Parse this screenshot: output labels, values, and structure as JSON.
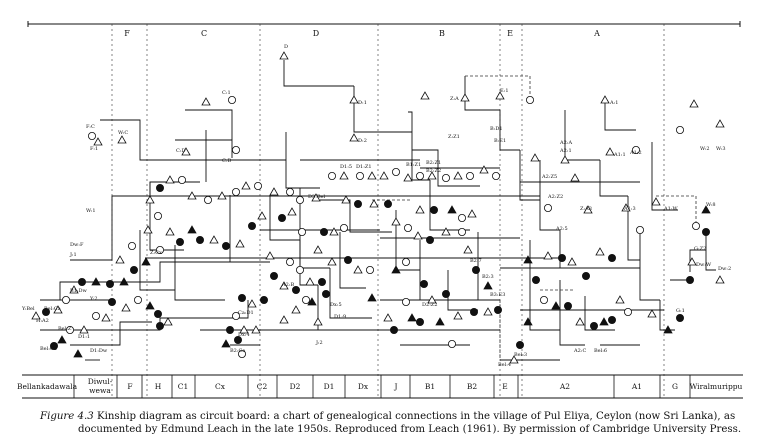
{
  "figure": {
    "label": "Figure 4.3",
    "caption_line1": "Kinship diagram as circuit board: a chart of genealogical connections in the village of Pul Eliya, Ceylon (now Sri Lanka), as",
    "caption_line2": "documented by Edmund Leach in the late 1950s. Reproduced from Leach (1961). By permission of Cambridge University Press."
  },
  "diagram": {
    "top_compounds": [
      "F",
      "C",
      "D",
      "B",
      "E",
      "A"
    ],
    "bottom_compounds": [
      "Bellankadawala",
      "Diwul-wewa",
      "F",
      "H",
      "C1",
      "Cx",
      "C2",
      "D2",
      "D1",
      "Dx",
      "J",
      "B1",
      "B2",
      "E",
      "A2",
      "A1",
      "G",
      "Wiralmurippu"
    ],
    "labels": [
      "D",
      "D:1",
      "D:2",
      "C:1",
      "C:D",
      "C:B",
      "F:1",
      "F:C",
      "W:C",
      "Z:A",
      "E:1",
      "A:1",
      "A2:1",
      "A2:A",
      "W:2",
      "W:3",
      "Z:Z1",
      "B:D1",
      "B:E1",
      "D1:5",
      "D1:Z1",
      "B1:Z1",
      "B2:Z1",
      "B2:Z2",
      "A1:1",
      "A1:2",
      "A2:Z5",
      "A2:Z2",
      "Z:A3",
      "A1:3",
      "A1:W",
      "W:8",
      "G:Z2",
      "Dw:W",
      "Dw:2",
      "G:1",
      "A2:5",
      "B2:7",
      "B2:3",
      "B3:E3",
      "Bel:3",
      "Bel:4",
      "Bel:Ca",
      "Bel:Z",
      "D1:1",
      "D1:Dw",
      "B1:Dw",
      "Y:2",
      "Y:Bel",
      "H:A2",
      "Z:Cx",
      "Ca:D1",
      "B2:Ca",
      "Dx:4",
      "Dx:5",
      "D1:9",
      "J:2",
      "J:1",
      "Dw:F",
      "W:1",
      "D2:Z2",
      "D3:Bel",
      "A2:B",
      "A2:C",
      "Bel:6",
      "Bel:Ca"
    ],
    "colors": {
      "ink": "#111111",
      "paper": "#ffffff",
      "dashed_line": "#333333"
    }
  }
}
